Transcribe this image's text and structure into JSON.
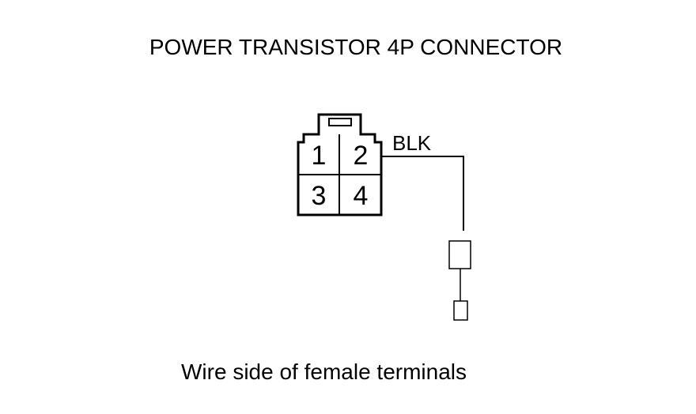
{
  "title": "POWER TRANSISTOR 4P CONNECTOR",
  "caption": "Wire side of female terminals",
  "connector": {
    "terminals": [
      "1",
      "2",
      "3",
      "4"
    ],
    "wire_label": "BLK"
  },
  "colors": {
    "line": "#000000",
    "background": "#ffffff"
  }
}
